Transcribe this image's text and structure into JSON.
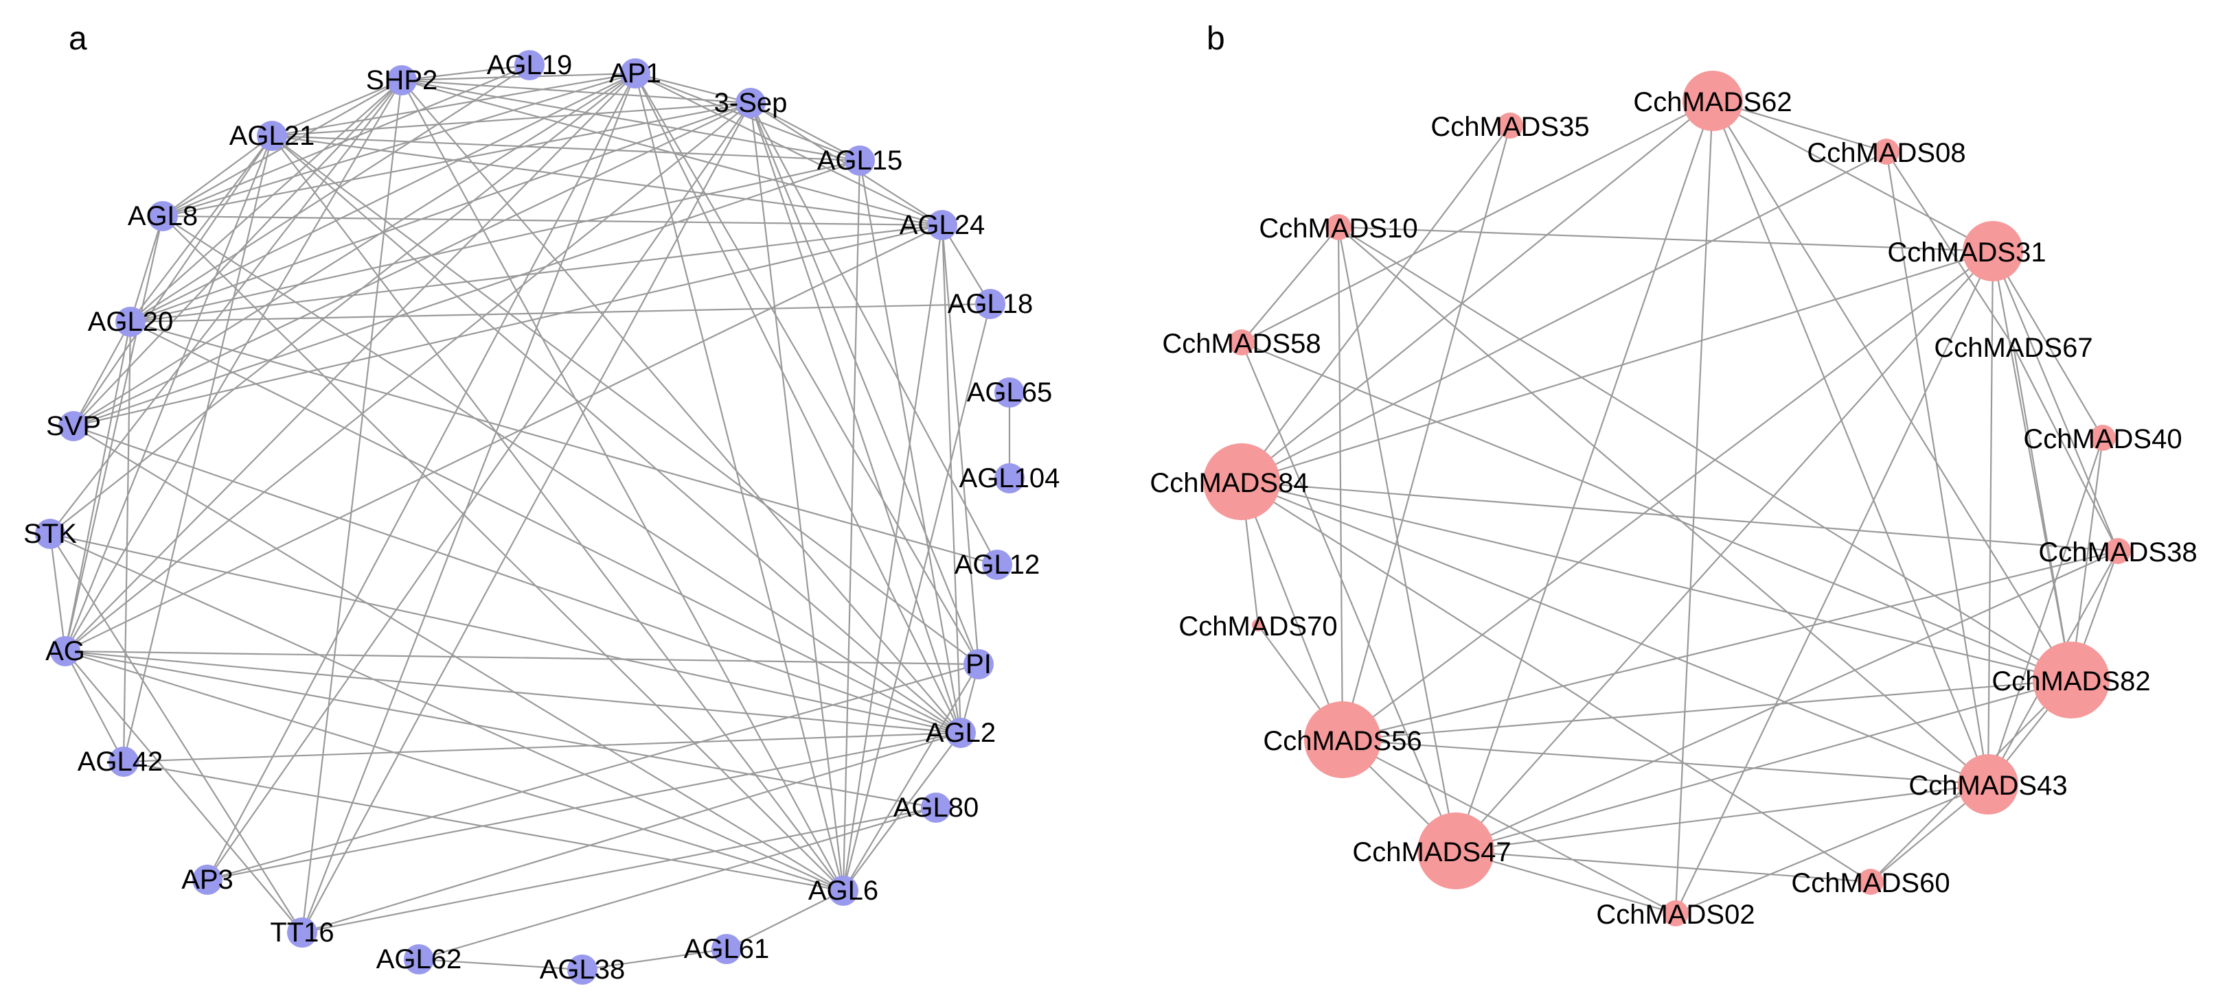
{
  "panels": [
    {
      "label": "a",
      "node_color": "#9999ee",
      "nodes": [
        {
          "id": "SHP2",
          "size": "small"
        },
        {
          "id": "AGL19",
          "size": "small"
        },
        {
          "id": "AP1",
          "size": "small"
        },
        {
          "id": "3-Sep",
          "size": "small"
        },
        {
          "id": "AGL15",
          "size": "small"
        },
        {
          "id": "AGL24",
          "size": "small"
        },
        {
          "id": "AGL18",
          "size": "small"
        },
        {
          "id": "AGL65",
          "size": "small"
        },
        {
          "id": "AGL104",
          "size": "small"
        },
        {
          "id": "AGL12",
          "size": "small"
        },
        {
          "id": "PI",
          "size": "small"
        },
        {
          "id": "AGL2",
          "size": "small"
        },
        {
          "id": "AGL80",
          "size": "small"
        },
        {
          "id": "AGL6",
          "size": "small"
        },
        {
          "id": "AGL61",
          "size": "small"
        },
        {
          "id": "AGL38",
          "size": "small"
        },
        {
          "id": "AGL62",
          "size": "small"
        },
        {
          "id": "TT16",
          "size": "small"
        },
        {
          "id": "AP3",
          "size": "small"
        },
        {
          "id": "AGL42",
          "size": "small"
        },
        {
          "id": "AG",
          "size": "small"
        },
        {
          "id": "STK",
          "size": "small"
        },
        {
          "id": "SVP",
          "size": "small"
        },
        {
          "id": "AGL20",
          "size": "small"
        },
        {
          "id": "AGL8",
          "size": "small"
        },
        {
          "id": "AGL21",
          "size": "small"
        }
      ],
      "edges": [
        [
          "AGL21",
          "SHP2"
        ],
        [
          "AGL21",
          "AP1"
        ],
        [
          "AGL21",
          "3-Sep"
        ],
        [
          "AGL21",
          "AGL15"
        ],
        [
          "AGL21",
          "AGL24"
        ],
        [
          "AGL21",
          "AGL2"
        ],
        [
          "AGL21",
          "AGL6"
        ],
        [
          "AGL21",
          "PI"
        ],
        [
          "AGL21",
          "AG"
        ],
        [
          "AGL21",
          "AGL20"
        ],
        [
          "AGL21",
          "SVP"
        ],
        [
          "AGL21",
          "AGL8"
        ],
        [
          "AGL8",
          "SHP2"
        ],
        [
          "AGL8",
          "AP1"
        ],
        [
          "AGL8",
          "3-Sep"
        ],
        [
          "AGL8",
          "AGL24"
        ],
        [
          "AGL8",
          "AGL2"
        ],
        [
          "AGL8",
          "AGL6"
        ],
        [
          "AGL8",
          "AGL20"
        ],
        [
          "AGL8",
          "AG"
        ],
        [
          "AGL20",
          "SHP2"
        ],
        [
          "AGL20",
          "AGL19"
        ],
        [
          "AGL20",
          "AP1"
        ],
        [
          "AGL20",
          "3-Sep"
        ],
        [
          "AGL20",
          "AGL15"
        ],
        [
          "AGL20",
          "AGL24"
        ],
        [
          "AGL20",
          "AGL18"
        ],
        [
          "AGL20",
          "AGL12"
        ],
        [
          "AGL20",
          "AGL2"
        ],
        [
          "AGL20",
          "SVP"
        ],
        [
          "AGL20",
          "AGL42"
        ],
        [
          "AGL20",
          "AG"
        ],
        [
          "SVP",
          "SHP2"
        ],
        [
          "SVP",
          "AP1"
        ],
        [
          "SVP",
          "3-Sep"
        ],
        [
          "SVP",
          "AGL15"
        ],
        [
          "SVP",
          "AGL24"
        ],
        [
          "SVP",
          "AGL2"
        ],
        [
          "SVP",
          "AGL6"
        ],
        [
          "STK",
          "SHP2"
        ],
        [
          "STK",
          "AP1"
        ],
        [
          "STK",
          "AGL2"
        ],
        [
          "STK",
          "AGL6"
        ],
        [
          "STK",
          "TT16"
        ],
        [
          "STK",
          "AG"
        ],
        [
          "AG",
          "SHP2"
        ],
        [
          "AG",
          "AP1"
        ],
        [
          "AG",
          "3-Sep"
        ],
        [
          "AG",
          "AGL24"
        ],
        [
          "AG",
          "PI"
        ],
        [
          "AG",
          "AGL2"
        ],
        [
          "AG",
          "AGL6"
        ],
        [
          "AG",
          "AGL80"
        ],
        [
          "AG",
          "TT16"
        ],
        [
          "AG",
          "AGL42"
        ],
        [
          "AGL42",
          "AGL21"
        ],
        [
          "AGL42",
          "AGL2"
        ],
        [
          "AGL42",
          "AGL6"
        ],
        [
          "AP3",
          "AP1"
        ],
        [
          "AP3",
          "3-Sep"
        ],
        [
          "AP3",
          "PI"
        ],
        [
          "AP3",
          "AGL2"
        ],
        [
          "TT16",
          "SHP2"
        ],
        [
          "TT16",
          "AP1"
        ],
        [
          "TT16",
          "3-Sep"
        ],
        [
          "TT16",
          "AGL2"
        ],
        [
          "TT16",
          "AGL80"
        ],
        [
          "AGL62",
          "AGL38"
        ],
        [
          "AGL62",
          "AGL80"
        ],
        [
          "AGL38",
          "AGL61"
        ],
        [
          "AGL61",
          "AGL6"
        ],
        [
          "AGL6",
          "SHP2"
        ],
        [
          "AGL6",
          "AP1"
        ],
        [
          "AGL6",
          "3-Sep"
        ],
        [
          "AGL6",
          "AGL15"
        ],
        [
          "AGL6",
          "AGL24"
        ],
        [
          "AGL6",
          "AGL18"
        ],
        [
          "AGL6",
          "AGL2"
        ],
        [
          "AGL6",
          "PI"
        ],
        [
          "AGL2",
          "AP1"
        ],
        [
          "AGL2",
          "3-Sep"
        ],
        [
          "AGL2",
          "AGL15"
        ],
        [
          "AGL2",
          "AGL24"
        ],
        [
          "AGL2",
          "PI"
        ],
        [
          "AGL2",
          "SHP2"
        ],
        [
          "PI",
          "AP1"
        ],
        [
          "PI",
          "3-Sep"
        ],
        [
          "PI",
          "AGL24"
        ],
        [
          "AGL12",
          "3-Sep"
        ],
        [
          "AGL18",
          "AGL24"
        ],
        [
          "AGL65",
          "AGL104"
        ],
        [
          "AGL24",
          "AP1"
        ],
        [
          "AGL24",
          "3-Sep"
        ],
        [
          "AGL24",
          "SHP2"
        ],
        [
          "AGL15",
          "AP1"
        ],
        [
          "AGL15",
          "3-Sep"
        ],
        [
          "AGL15",
          "SHP2"
        ],
        [
          "3-Sep",
          "AP1"
        ],
        [
          "3-Sep",
          "SHP2"
        ],
        [
          "AP1",
          "SHP2"
        ],
        [
          "AGL19",
          "SHP2"
        ],
        [
          "AGL19",
          "AGL8"
        ]
      ]
    },
    {
      "label": "b",
      "node_color": "#f5999a",
      "nodes": [
        {
          "id": "CchMADS62",
          "size": "large"
        },
        {
          "id": "CchMADS08",
          "size": "small"
        },
        {
          "id": "CchMADS31",
          "size": "large"
        },
        {
          "id": "CchMADS67",
          "size": "none"
        },
        {
          "id": "CchMADS40",
          "size": "small"
        },
        {
          "id": "CchMADS38",
          "size": "small"
        },
        {
          "id": "CchMADS82",
          "size": "xlarge"
        },
        {
          "id": "CchMADS43",
          "size": "large"
        },
        {
          "id": "CchMADS60",
          "size": "small"
        },
        {
          "id": "CchMADS02",
          "size": "small"
        },
        {
          "id": "CchMADS47",
          "size": "xlarge"
        },
        {
          "id": "CchMADS56",
          "size": "xlarge"
        },
        {
          "id": "CchMADS70",
          "size": "tiny"
        },
        {
          "id": "CchMADS84",
          "size": "xlarge"
        },
        {
          "id": "CchMADS58",
          "size": "small"
        },
        {
          "id": "CchMADS10",
          "size": "small"
        },
        {
          "id": "CchMADS35",
          "size": "small"
        }
      ],
      "edges": [
        [
          "CchMADS62",
          "CchMADS08"
        ],
        [
          "CchMADS62",
          "CchMADS31"
        ],
        [
          "CchMADS62",
          "CchMADS82"
        ],
        [
          "CchMADS62",
          "CchMADS43"
        ],
        [
          "CchMADS62",
          "CchMADS02"
        ],
        [
          "CchMADS62",
          "CchMADS47"
        ],
        [
          "CchMADS62",
          "CchMADS84"
        ],
        [
          "CchMADS62",
          "CchMADS58"
        ],
        [
          "CchMADS08",
          "CchMADS43"
        ],
        [
          "CchMADS08",
          "CchMADS84"
        ],
        [
          "CchMADS31",
          "CchMADS10"
        ],
        [
          "CchMADS31",
          "CchMADS84"
        ],
        [
          "CchMADS31",
          "CchMADS40"
        ],
        [
          "CchMADS31",
          "CchMADS82"
        ],
        [
          "CchMADS31",
          "CchMADS43"
        ],
        [
          "CchMADS31",
          "CchMADS02"
        ],
        [
          "CchMADS31",
          "CchMADS47"
        ],
        [
          "CchMADS31",
          "CchMADS56"
        ],
        [
          "CchMADS31",
          "CchMADS38"
        ],
        [
          "CchMADS35",
          "CchMADS84"
        ],
        [
          "CchMADS35",
          "CchMADS56"
        ],
        [
          "CchMADS10",
          "CchMADS58"
        ],
        [
          "CchMADS10",
          "CchMADS47"
        ],
        [
          "CchMADS10",
          "CchMADS56"
        ],
        [
          "CchMADS10",
          "CchMADS82"
        ],
        [
          "CchMADS10",
          "CchMADS43"
        ],
        [
          "CchMADS58",
          "CchMADS47"
        ],
        [
          "CchMADS58",
          "CchMADS82"
        ],
        [
          "CchMADS84",
          "CchMADS70"
        ],
        [
          "CchMADS84",
          "CchMADS56"
        ],
        [
          "CchMADS84",
          "CchMADS82"
        ],
        [
          "CchMADS84",
          "CchMADS43"
        ],
        [
          "CchMADS84",
          "CchMADS38"
        ],
        [
          "CchMADS84",
          "CchMADS60"
        ],
        [
          "CchMADS70",
          "CchMADS56"
        ],
        [
          "CchMADS56",
          "CchMADS47"
        ],
        [
          "CchMADS56",
          "CchMADS02"
        ],
        [
          "CchMADS56",
          "CchMADS82"
        ],
        [
          "CchMADS56",
          "CchMADS43"
        ],
        [
          "CchMADS56",
          "CchMADS38"
        ],
        [
          "CchMADS47",
          "CchMADS02"
        ],
        [
          "CchMADS47",
          "CchMADS60"
        ],
        [
          "CchMADS47",
          "CchMADS43"
        ],
        [
          "CchMADS47",
          "CchMADS82"
        ],
        [
          "CchMADS47",
          "CchMADS38"
        ],
        [
          "CchMADS02",
          "CchMADS43"
        ],
        [
          "CchMADS60",
          "CchMADS43"
        ],
        [
          "CchMADS60",
          "CchMADS82"
        ],
        [
          "CchMADS43",
          "CchMADS82"
        ],
        [
          "CchMADS43",
          "CchMADS38"
        ],
        [
          "CchMADS43",
          "CchMADS40"
        ],
        [
          "CchMADS82",
          "CchMADS38"
        ],
        [
          "CchMADS82",
          "CchMADS40"
        ],
        [
          "CchMADS82",
          "CchMADS67"
        ],
        [
          "CchMADS67",
          "CchMADS08"
        ],
        [
          "CchMADS67",
          "CchMADS38"
        ]
      ]
    }
  ]
}
